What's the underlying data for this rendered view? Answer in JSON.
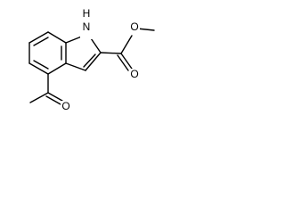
{
  "molecule": {
    "atoms": {
      "nh": "H",
      "n": "N",
      "o_carbonyl_ester": "O",
      "o_ether_ester": "O",
      "o_ketone": "O"
    }
  }
}
